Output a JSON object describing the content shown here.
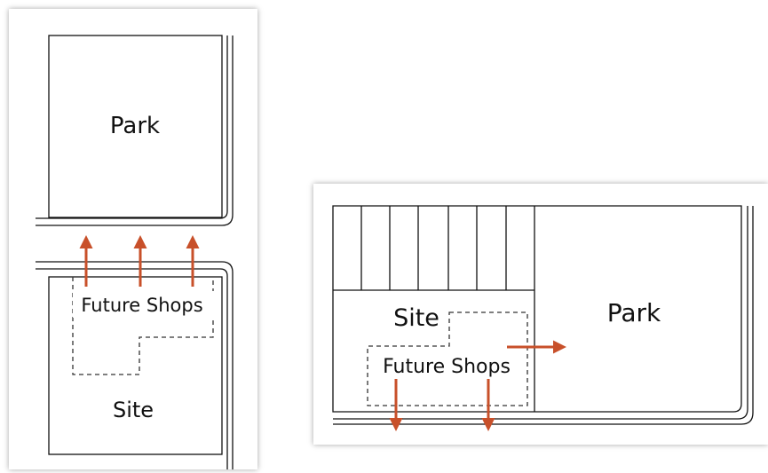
{
  "colors": {
    "arrow": "#c8502a",
    "line": "#111111",
    "dashed": "#333333"
  },
  "diagrams": [
    {
      "park_label": "Park",
      "site_label": "Site",
      "shops_label": "Future Shops",
      "arrow_direction": "up",
      "arrow_count": 3
    },
    {
      "park_label": "Park",
      "site_label": "Site",
      "shops_label": "Future Shops",
      "arrow_direction": "down-and-right",
      "arrow_count": 3,
      "lot_count": 7
    }
  ]
}
